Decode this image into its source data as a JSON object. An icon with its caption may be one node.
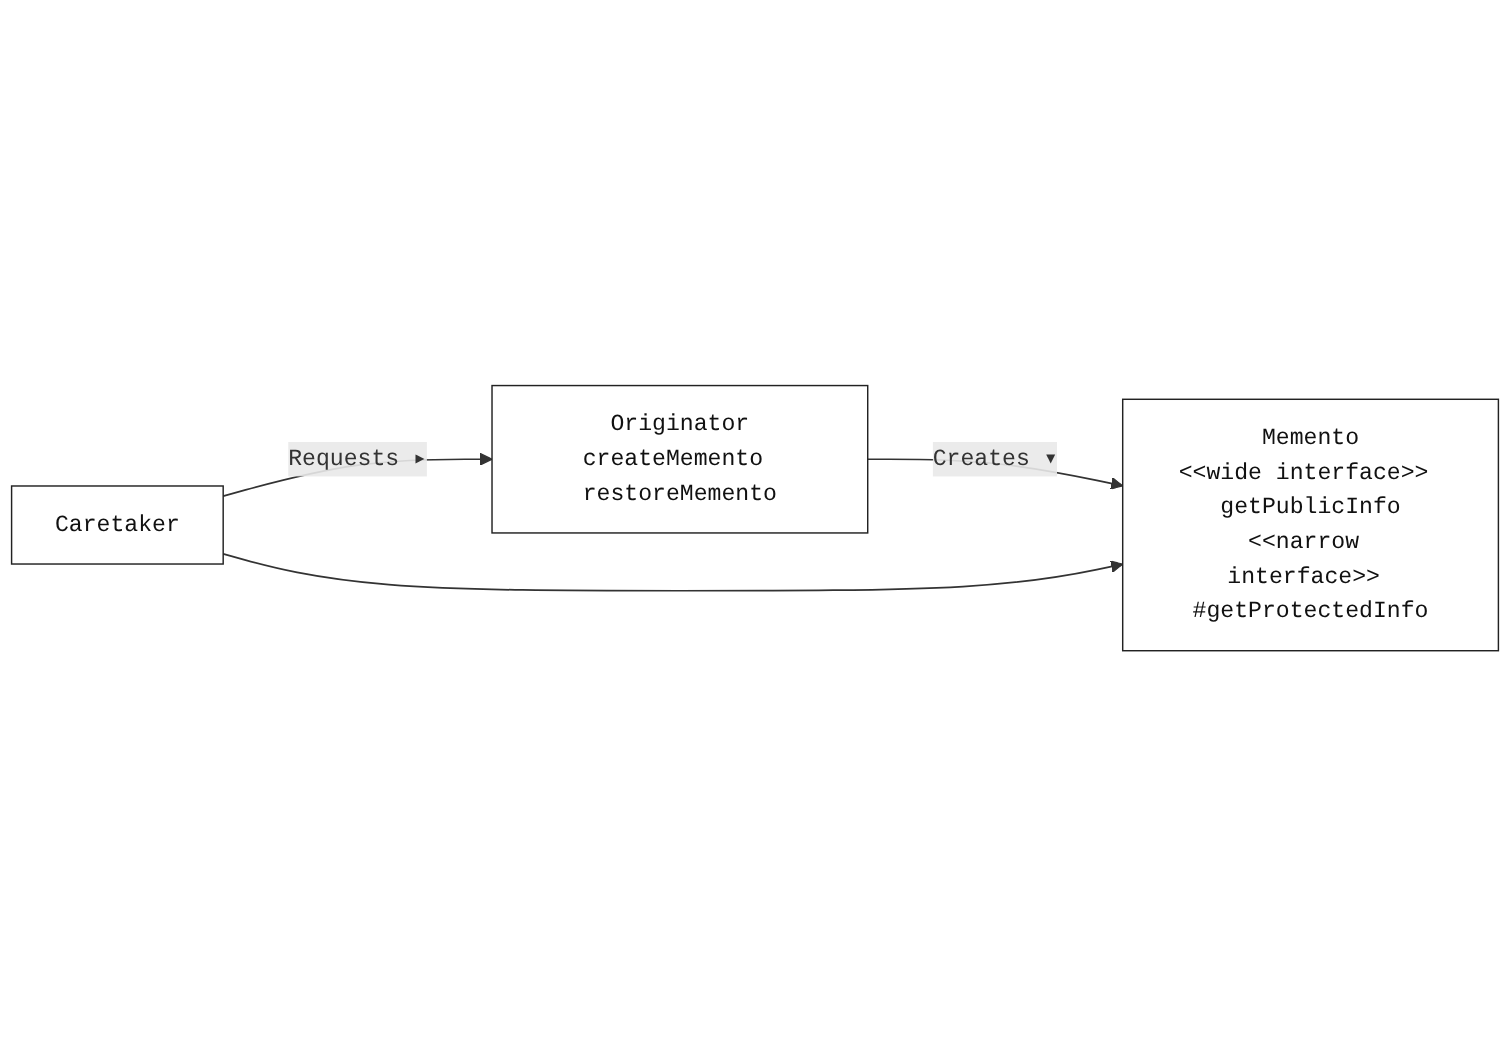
{
  "diagram": {
    "nodes": [
      {
        "text": [
          "Caretaker"
        ]
      },
      {
        "text": [
          "Originator",
          "createMemento restoreMemento"
        ]
      },
      {
        "text": [
          "Memento",
          "<<wide interface>> getPublicInfo",
          "<<narrow interface>> #getProtectedInfo"
        ]
      }
    ],
    "edges": [
      {
        "from": 0,
        "to": 1,
        "arrow": "to",
        "label": "Requests ▸"
      },
      {
        "from": 1,
        "to": 2,
        "arrow": "to",
        "label": "Creates ▾"
      },
      {
        "from": 0,
        "to": 2,
        "arrow": "to"
      }
    ]
  }
}
